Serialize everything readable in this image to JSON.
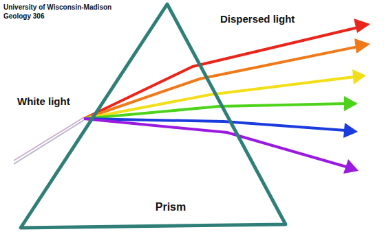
{
  "diagram": {
    "nodes": [
      {
        "text": [
          "Prism"
        ]
      }
    ],
    "labels": [
      "University of Wisconsin-Madison",
      "Geology 306",
      "Dispersed light",
      "White light"
    ]
  }
}
